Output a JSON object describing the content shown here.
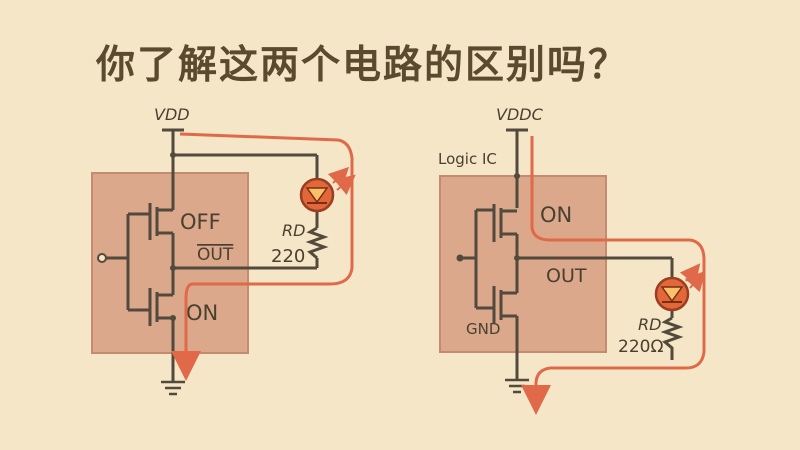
{
  "title": "你了解这两个电路的区别吗？",
  "left_circuit": {
    "vdd_label": "VDD",
    "upper_fet_state": "OFF",
    "out_label": "OUT",
    "lower_fet_state": "ON",
    "resistor_label": "RD",
    "resistor_value": "220"
  },
  "right_circuit": {
    "vdd_label": "VDDC",
    "logic_label": "Logic IC",
    "upper_fet_state": "ON",
    "out_label": "OUT",
    "gnd_label": "GND",
    "resistor_label": "RD",
    "resistor_value": "220Ω"
  },
  "colors": {
    "background": "#f4e6c6",
    "chip_fill": "#dba88b",
    "wire": "#524a3c",
    "current_path": "#e0694a",
    "led_fill": "#e2683a",
    "title_text": "#5b4a2e"
  }
}
